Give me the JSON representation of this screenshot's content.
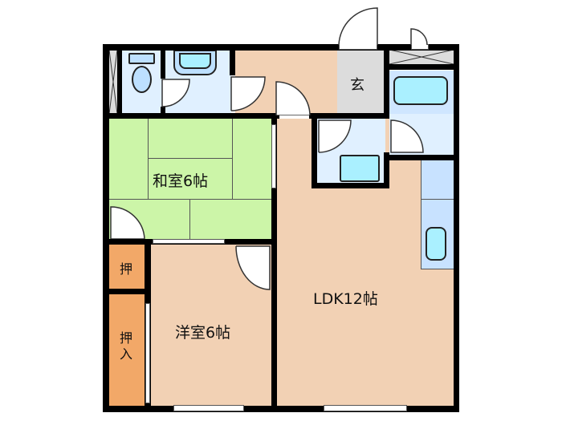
{
  "floorplan": {
    "rooms": {
      "washitsu": {
        "label": "和室6帖",
        "color": "#ccf5a8"
      },
      "youshitsu": {
        "label": "洋室6帖",
        "color": "#f2d1b4"
      },
      "ldk": {
        "label": "LDK12帖",
        "color": "#f2d1b4"
      },
      "genkan": {
        "label": "玄",
        "color": "#dcdcdc"
      },
      "oshi1": {
        "label": "押",
        "color": "#f2a868"
      },
      "oshi2": {
        "label": "押入",
        "color": "#f2a868"
      },
      "hall": {
        "label": "",
        "color": "#f2d1b4"
      },
      "toilet": {
        "label": "",
        "color": "#e0f0ff"
      },
      "washroom": {
        "label": "",
        "color": "#e0f0ff"
      },
      "bath": {
        "label": "",
        "color": "#cfe6ff"
      },
      "laundry": {
        "label": "",
        "color": "#e0f0ff"
      },
      "kitchen": {
        "label": "",
        "color": "#c8e2ff"
      }
    },
    "colors": {
      "wall": "#000000",
      "fixture": "#aaf0ff"
    }
  }
}
